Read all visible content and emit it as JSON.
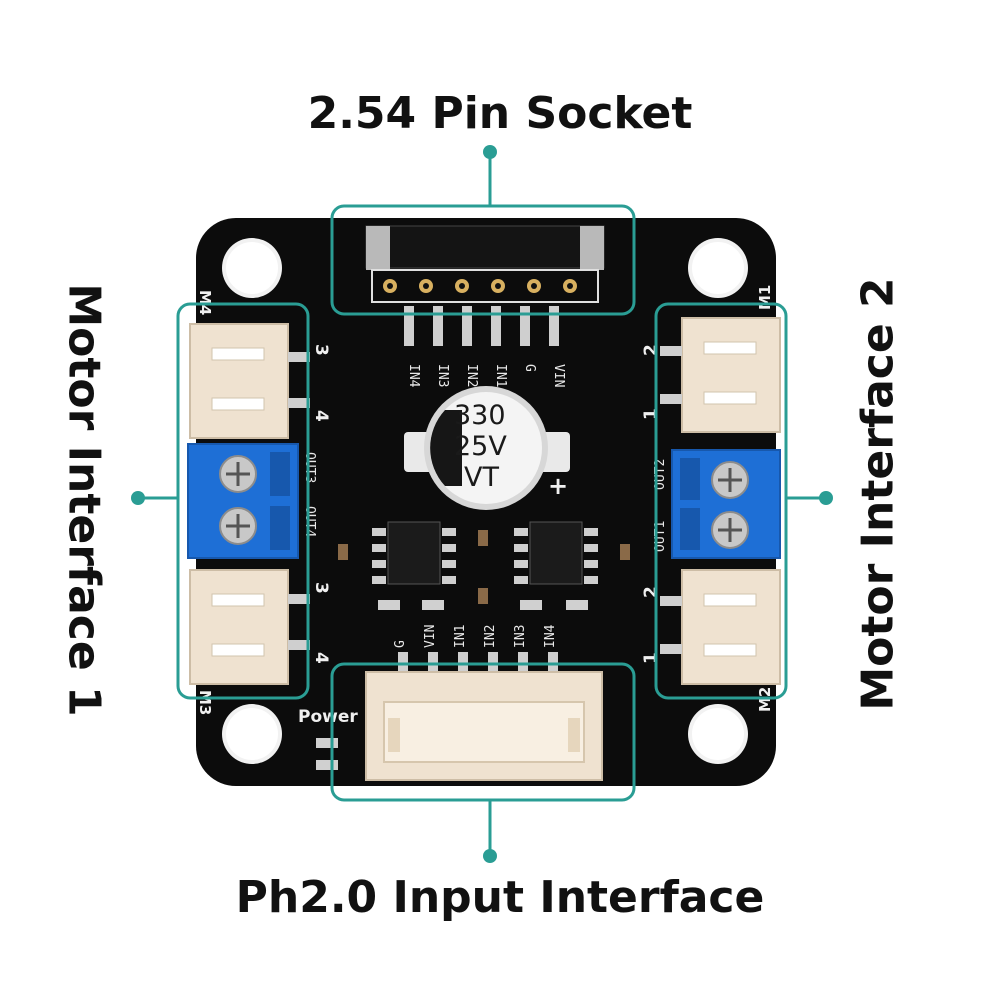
{
  "callouts": {
    "top": "2.54 Pin Socket",
    "bottom": "Ph2.0 Input Interface",
    "left": "Motor Interface 1",
    "right": "Motor Interface 2"
  },
  "silkscreen": {
    "top_pins": [
      "IN4",
      "IN3",
      "IN2",
      "IN1",
      "G",
      "VIN"
    ],
    "bottom_pins": [
      "G",
      "VIN",
      "IN1",
      "IN2",
      "IN3",
      "IN4"
    ],
    "left_m_top": "M4",
    "left_m_bottom": "M3",
    "right_m_top": "M1",
    "right_m_bottom": "M2",
    "num_3": "3",
    "num_4": "4",
    "num_1": "1",
    "num_2": "2",
    "out3": "OUT3",
    "out4": "OUT4",
    "out2": "OUT2",
    "out1": "OUT1",
    "plus": "+",
    "power": "Power"
  },
  "capacitor": {
    "line1": "330",
    "line2": "25V",
    "line3": "VT"
  },
  "colors": {
    "accent": "#2a9d94",
    "pcb": "#0c0c0c",
    "terminal": "#1e6fd6",
    "connector": "#efe2d0"
  }
}
